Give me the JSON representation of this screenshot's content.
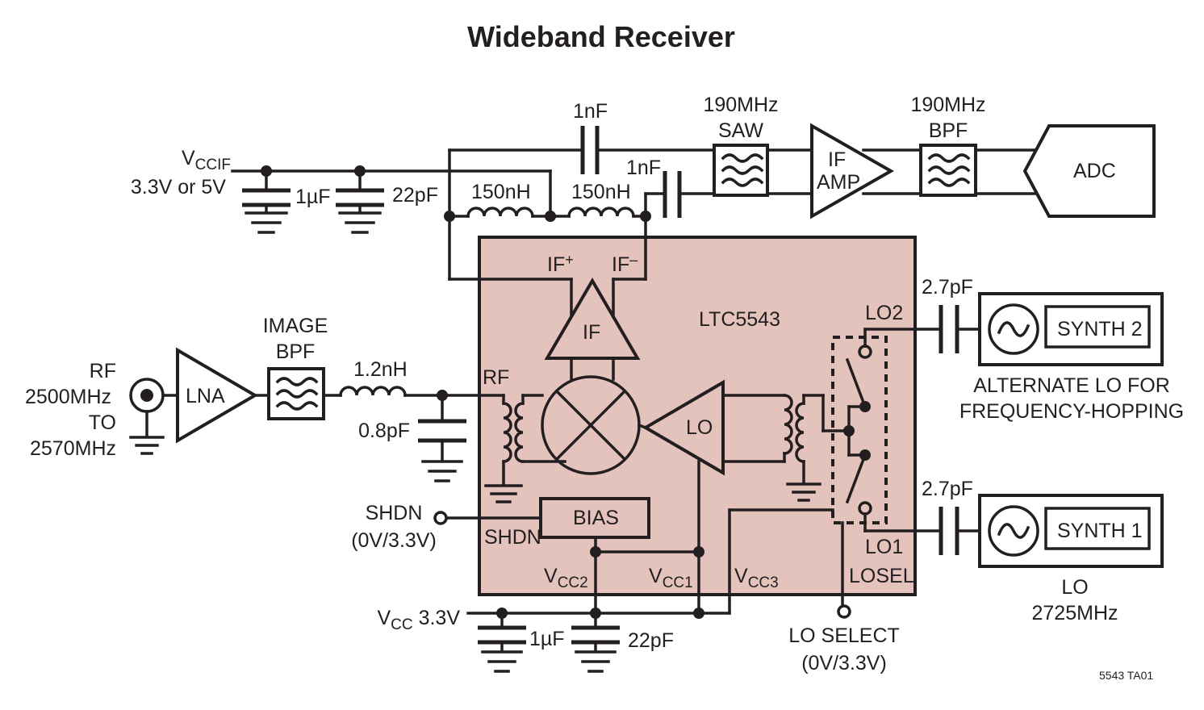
{
  "title": "Wideband Receiver",
  "chip": {
    "name": "LTC5543",
    "fill": "#e5c3bd"
  },
  "vccif": {
    "label": "V",
    "sub": "CCIF",
    "value": "3.3V or 5V"
  },
  "passives": {
    "c_vccif_1": "1µF",
    "c_vccif_2": "22pF",
    "l_if_plus": "150nH",
    "l_if_minus": "150nH",
    "c_top": "1nF",
    "c_if_minus": "1nF",
    "l_rf": "1.2nH",
    "c_rf": "0.8pF",
    "c_lo2": "2.7pF",
    "c_lo1": "2.7pF",
    "c_vcc_1": "1µF",
    "c_vcc_2": "22pF"
  },
  "blocks": {
    "saw_freq": "190MHz",
    "saw_name": "SAW",
    "bpf_freq": "190MHz",
    "bpf_name": "BPF",
    "if_amp_1": "IF",
    "if_amp_2": "AMP",
    "adc": "ADC",
    "lna": "LNA",
    "image_bpf_1": "IMAGE",
    "image_bpf_2": "BPF",
    "synth2": "SYNTH 2",
    "synth1": "SYNTH 1",
    "bias": "BIAS"
  },
  "rf_input": {
    "l1": "RF",
    "l2": "2500MHz",
    "l3": "TO",
    "l4": "2570MHz"
  },
  "pins": {
    "if_plus": "IF",
    "if_plus_sup": "+",
    "if_minus": "IF",
    "if_minus_sup": "–",
    "if_amp": "IF",
    "rf": "RF",
    "lo_buf": "LO",
    "lo2": "LO2",
    "lo1": "LO1",
    "losel": "LOSEL",
    "shdn": "SHDN",
    "vcc2": "V",
    "vcc2_sub": "CC2",
    "vcc1": "V",
    "vcc1_sub": "CC1",
    "vcc3": "V",
    "vcc3_sub": "CC3"
  },
  "shdn_input": {
    "l1": "SHDN",
    "l2": "(0V/3.3V)"
  },
  "vcc_supply": {
    "label": "V",
    "sub": "CC",
    "value": " 3.3V"
  },
  "lo_select": {
    "l1": "LO SELECT",
    "l2": "(0V/3.3V)"
  },
  "alt_lo": {
    "l1": "ALTERNATE LO FOR",
    "l2": "FREQUENCY-HOPPING"
  },
  "lo_main": {
    "l1": "LO",
    "l2": "2725MHz"
  },
  "figure_id": "5543 TA01"
}
